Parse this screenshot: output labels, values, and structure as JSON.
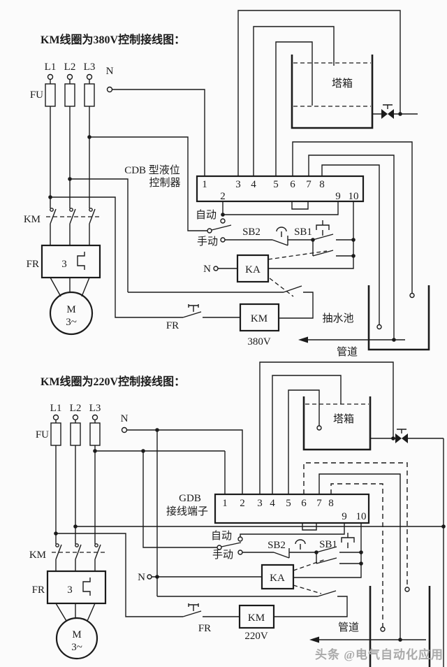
{
  "watermark": "头条 @电气自动化应用",
  "d1": {
    "title": "KM线圈为380V控制接线图：",
    "phases": [
      "L1",
      "L2",
      "L3"
    ],
    "neutral": "N",
    "fuse": "FU",
    "contactor": "KM",
    "thermal": "FR",
    "thermal_poles": "3",
    "motor": "M",
    "motor_type": "3~",
    "controller_line1": "CDB 型液位",
    "controller_line2": "控制器",
    "terminals_top": [
      "1",
      "3",
      "4",
      "5",
      "6",
      "7",
      "8"
    ],
    "terminals_bottom": [
      "2",
      "9",
      "10"
    ],
    "auto": "自动",
    "manual": "手动",
    "sb2": "SB2",
    "sb1": "SB1",
    "relay": "KA",
    "coil": "KM",
    "coil_voltage": "380V",
    "coil_thermal": "FR",
    "tank": "塔箱",
    "pool": "抽水池",
    "pipe": "管道"
  },
  "d2": {
    "title": "KM线圈为220V控制接线图：",
    "phases": [
      "L1",
      "L2",
      "L3"
    ],
    "neutral": "N",
    "fuse": "FU",
    "contactor": "KM",
    "thermal": "FR",
    "thermal_poles": "3",
    "motor": "M",
    "motor_type": "3~",
    "controller_line1": "GDB",
    "controller_line2": "接线端子",
    "terminals_top": [
      "1",
      "2",
      "3",
      "4",
      "5",
      "6",
      "7",
      "8"
    ],
    "terminals_bottom": [
      "9",
      "10"
    ],
    "auto": "自动",
    "manual": "手动",
    "sb2": "SB2",
    "sb1": "SB1",
    "relay": "KA",
    "coil": "KM",
    "coil_voltage": "220V",
    "coil_thermal": "FR",
    "tank": "塔箱",
    "pipe": "管道"
  }
}
